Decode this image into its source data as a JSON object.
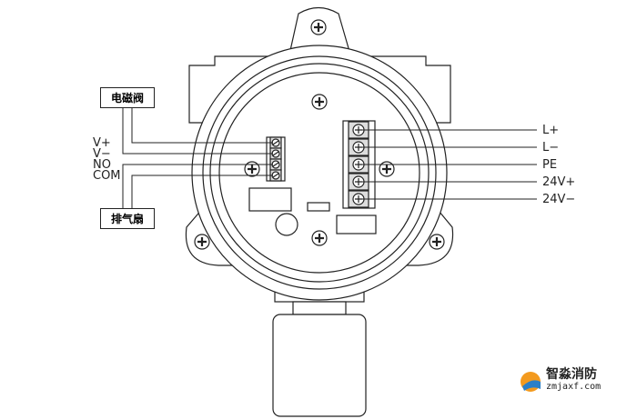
{
  "diagram": {
    "left_devices": {
      "top_box": "电磁阀",
      "bottom_box": "排气扇"
    },
    "left_terminals": [
      "V+",
      "V−",
      "NO",
      "COM"
    ],
    "right_terminals": [
      "L+",
      "L−",
      "PE",
      "24V+",
      "24V−"
    ]
  },
  "watermark": {
    "name": "智淼消防",
    "url": "zmjaxf.com"
  }
}
